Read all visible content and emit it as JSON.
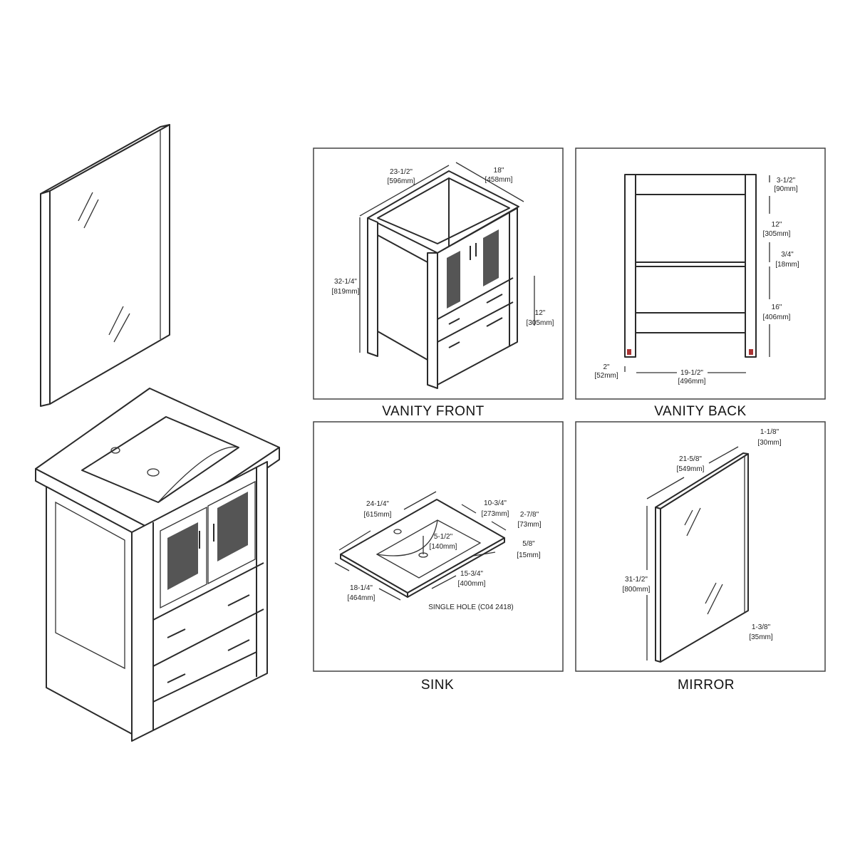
{
  "panels": {
    "vanity_front": {
      "title": "VANITY FRONT",
      "width_in": "23-1/2\"",
      "width_mm": "[596mm]",
      "depth_in": "18\"",
      "depth_mm": "[458mm]",
      "height_in": "32-1/4\"",
      "height_mm": "[819mm]",
      "drawer_in": "12\"",
      "drawer_mm": "[305mm]"
    },
    "vanity_back": {
      "title": "VANITY BACK",
      "top_in": "3-1/2\"",
      "top_mm": "[90mm]",
      "upper_in": "12\"",
      "upper_mm": "[305mm]",
      "shelf_in": "3/4\"",
      "shelf_mm": "[18mm]",
      "lower_in": "16\"",
      "lower_mm": "[406mm]",
      "leg_in": "2\"",
      "leg_mm": "[52mm]",
      "inner_in": "19-1/2\"",
      "inner_mm": "[496mm]"
    },
    "sink": {
      "title": "SINK",
      "width_in": "24-1/4\"",
      "width_mm": "[615mm]",
      "back_in": "10-3/4\"",
      "back_mm": "[273mm]",
      "side_in": "2-7/8\"",
      "side_mm": "[73mm]",
      "basin_depth_in": "5-1/2\"",
      "basin_depth_mm": "[140mm]",
      "thick_in": "5/8\"",
      "thick_mm": "[15mm]",
      "basin_in": "15-3/4\"",
      "basin_mm": "[400mm]",
      "depth_in": "18-1/4\"",
      "depth_mm": "[464mm]",
      "note": "SINGLE HOLE (C04 2418)"
    },
    "mirror": {
      "title": "MIRROR",
      "depth_in": "1-1/8\"",
      "depth_mm": "[30mm]",
      "width_in": "21-5/8\"",
      "width_mm": "[549mm]",
      "height_in": "31-1/2\"",
      "height_mm": "[800mm]",
      "frame_in": "1-3/8\"",
      "frame_mm": "[35mm]"
    }
  },
  "colors": {
    "line": "#2a2a2a",
    "leveler": "#aa3333"
  }
}
